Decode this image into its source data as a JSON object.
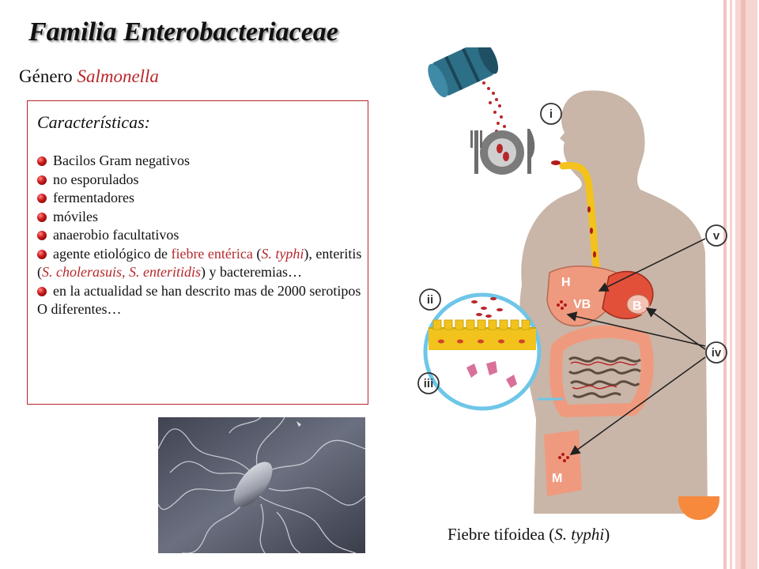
{
  "slide": {
    "title": "Familia Enterobacteriaceae",
    "genus_prefix": "Género",
    "genus_name": "Salmonella"
  },
  "characteristics": {
    "heading": "Características:",
    "items": [
      "Bacilos Gram negativos",
      "no esporulados",
      "fermentadores",
      "móviles",
      "anaerobio facultativos"
    ],
    "etiologic": {
      "prefix": "agente etiológico de",
      "fever": "fiebre entérica",
      "paren1_open": "(",
      "species1": "S. typhi",
      "paren1_close": "), enteritis (",
      "species2": "S. cholerasuis, S. enteritidis",
      "tail": ") y bacteremias…"
    },
    "serotypes": "en la actualidad se han descrito mas de 2000 serotipos O diferentes…"
  },
  "diagram": {
    "labels": {
      "i": "i",
      "ii": "ii",
      "iii": "iii",
      "iv": "iv",
      "v": "v",
      "H": "H",
      "VB": "VB",
      "B": "B",
      "M": "M"
    }
  },
  "caption": {
    "prefix": "Fiebre tifoidea (",
    "species": "S. typhi",
    "suffix": ")"
  },
  "colors": {
    "accent_red": "#b8282b",
    "body_tan": "#c9b6a8",
    "organ_salmon": "#ef9a7f",
    "magnifier_blue": "#6ec6e8",
    "band_pink": "#f3c4c0",
    "orange": "#f7893c"
  }
}
